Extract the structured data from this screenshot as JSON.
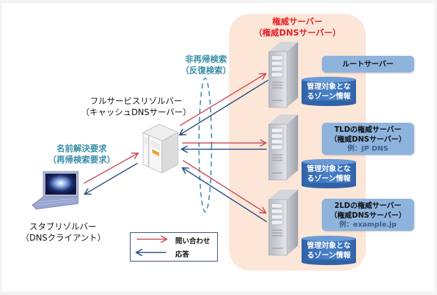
{
  "authoritative_zone": {
    "title_line1": "権威サーバー",
    "title_line2": "（権威DNSサーバー）"
  },
  "non_recursive_label": {
    "line1": "非再帰検索",
    "line2": "（反復検索）"
  },
  "full_resolver": {
    "line1": "フルサービスリゾルバー",
    "line2": "（キャッシュDNSサーバー）"
  },
  "name_resolution_label": {
    "line1": "名前解決要求",
    "line2": "（再帰検索要求）"
  },
  "stub_resolver": {
    "line1": "スタブリゾルバー",
    "line2": "（DNSクライアント）"
  },
  "servers": [
    {
      "name_line1": "ルートサーバー",
      "zone_info_line1": "管理対象とな",
      "zone_info_line2": "るゾーン情報"
    },
    {
      "name_line1": "TLDの権威サーバー",
      "name_line2": "（権威DNSサーバー）",
      "example": "例：JP DNS",
      "zone_info_line1": "管理対象とな",
      "zone_info_line2": "るゾーン情報"
    },
    {
      "name_line1": "2LDの権威サーバー",
      "name_line2": "（権威DNSサーバー）",
      "example": "例：example.jp",
      "zone_info_line1": "管理対象とな",
      "zone_info_line2": "るゾーン情報"
    }
  ],
  "legend": {
    "query": "問い合わせ",
    "response": "応答"
  },
  "colors": {
    "query_arrow": "#c8505a",
    "response_arrow": "#2a4f86",
    "auth_title": "#e8202a",
    "teal_label": "#3a8fa8",
    "zone_bg": "#fce6d8",
    "infobox_bg": "#8eb4de",
    "db_bg": "#3d72b4"
  }
}
